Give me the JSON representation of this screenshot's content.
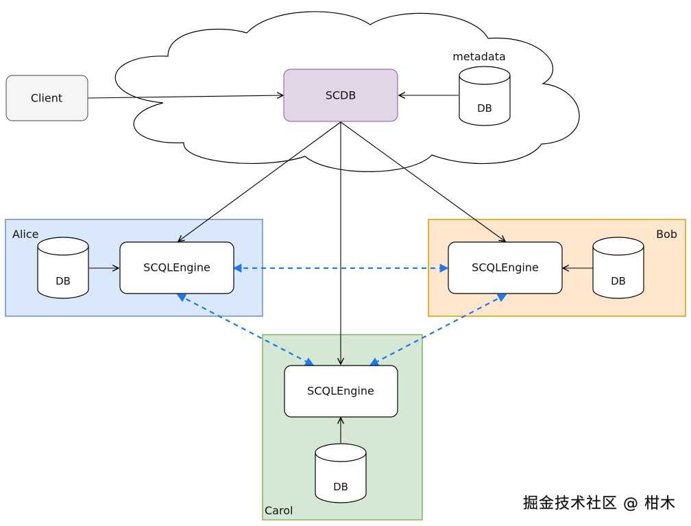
{
  "nodes": {
    "client": "Client",
    "scdb": "SCDB",
    "engine_alice": "SCQLEngine",
    "engine_bob": "SCQLEngine",
    "engine_carol": "SCQLEngine"
  },
  "regions": {
    "alice": "Alice",
    "bob": "Bob",
    "carol": "Carol"
  },
  "databases": {
    "metadata_title": "metadata",
    "metadata_db": "DB",
    "alice_db": "DB",
    "bob_db": "DB",
    "carol_db": "DB"
  },
  "watermark": "掘金技术社区 @ 柑木",
  "colors": {
    "scdb_fill": "#e1d5e7",
    "scdb_stroke": "#9673a6",
    "alice_fill": "#dae8fc",
    "alice_stroke": "#6c8ebf",
    "bob_fill": "#ffe6cc",
    "bob_stroke": "#d79b00",
    "carol_fill": "#d5e8d4",
    "carol_stroke": "#82b366",
    "client_fill": "#f5f5f5",
    "client_stroke": "#666666",
    "p2p_arrow": "#1f78f0"
  }
}
